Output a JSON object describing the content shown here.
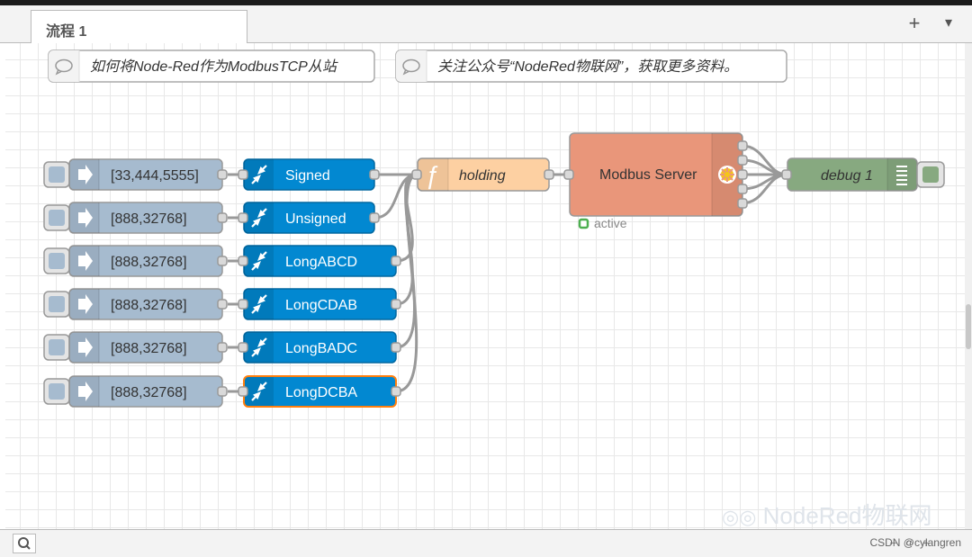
{
  "tabs": {
    "active_label": "流程 1"
  },
  "comments": [
    {
      "text": "如何将Node-Red作为ModbusTCP从站"
    },
    {
      "text": "关注公众号“NodeRed物联网”，获取更多资料。"
    }
  ],
  "inject_nodes": [
    {
      "label": "[33,444,5555]"
    },
    {
      "label": "[888,32768]"
    },
    {
      "label": "[888,32768]"
    },
    {
      "label": "[888,32768]"
    },
    {
      "label": "[888,32768]"
    },
    {
      "label": "[888,32768]"
    }
  ],
  "buffer_nodes": [
    {
      "label": "Signed"
    },
    {
      "label": "Unsigned"
    },
    {
      "label": "LongABCD"
    },
    {
      "label": "LongCDAB"
    },
    {
      "label": "LongBADC"
    },
    {
      "label": "LongDCBA"
    }
  ],
  "function_node": {
    "label": "holding",
    "icon": "function-icon",
    "glyph": "ƒ"
  },
  "modbus_node": {
    "label": "Modbus Server",
    "status": "active"
  },
  "debug_node": {
    "label": "debug 1"
  },
  "footer": {
    "credit": "CSDN @cylangren",
    "watermark": "NodeRed物联网"
  },
  "icons": {
    "inject": "arrow-right-icon",
    "buffer": "compress-arrows-icon",
    "add_tab": "+",
    "tab_menu": "▾"
  },
  "colors": {
    "inject": "#a6bbcf",
    "buffer": "#0288d1",
    "function": "#fdd0a2",
    "modbus": "#e9967a",
    "debug": "#87a980",
    "status_active": "#4caf50",
    "selected_outline": "#ff7f0e"
  }
}
